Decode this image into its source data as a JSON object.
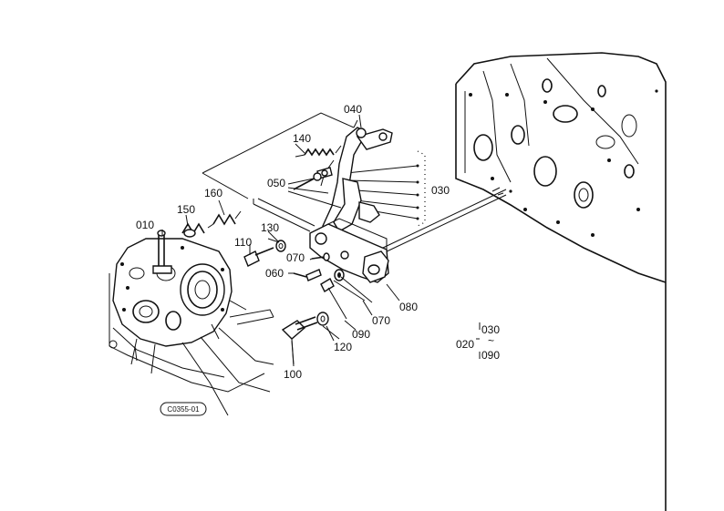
{
  "diagram": {
    "part_labels": {
      "p010": "010",
      "p020": "020",
      "p030a": "030",
      "p030b": "030",
      "p040": "040",
      "p050": "050",
      "p060": "060",
      "p070a": "070",
      "p070b": "070",
      "p080": "080",
      "p090a": "090",
      "p090b": "090",
      "p100": "100",
      "p110": "110",
      "p120": "120",
      "p130": "130",
      "p140": "140",
      "p150": "150",
      "p160": "160"
    },
    "group_tilde": "~",
    "figure_code": "C0355-01"
  }
}
